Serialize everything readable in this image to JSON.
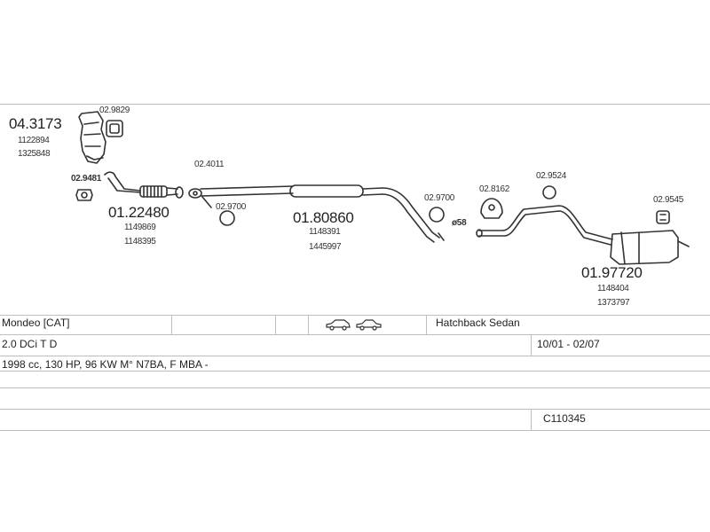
{
  "parts": {
    "catalyst": {
      "code": "04.3173",
      "refs": [
        "1122894",
        "1325848"
      ]
    },
    "gasket_cat": {
      "code": "02.9829"
    },
    "gasket_front": {
      "code": "02.9481"
    },
    "front_pipe": {
      "code": "01.22480",
      "refs": [
        "1149869",
        "1148395"
      ]
    },
    "clamp_front": {
      "code": "02.4011"
    },
    "hanger_front": {
      "code": "02.9700"
    },
    "middle_silencer": {
      "code": "01.80860",
      "refs": [
        "1148391",
        "1445997"
      ]
    },
    "hanger_mid": {
      "code": "02.9700"
    },
    "mount_ring": {
      "code": "02.8162"
    },
    "clamp_mid": {
      "code": "ø58"
    },
    "hanger_rear_a": {
      "code": "02.9524"
    },
    "hanger_rear_b": {
      "code": "02.9545"
    },
    "rear_silencer": {
      "code": "01.97720",
      "refs": [
        "1148404",
        "1373797"
      ]
    }
  },
  "vehicle": {
    "model": "Mondeo  [CAT]",
    "body_type": "Hatchback Sedan",
    "engine": "2.0 DCi T D",
    "production": "10/01 - 02/07",
    "specs": "1998 cc, 130 HP, 96 KW M° N7BA, F MBA -",
    "catalog_code": "C110345"
  },
  "icons": [
    "car-hatchback-icon",
    "car-sedan-icon"
  ]
}
